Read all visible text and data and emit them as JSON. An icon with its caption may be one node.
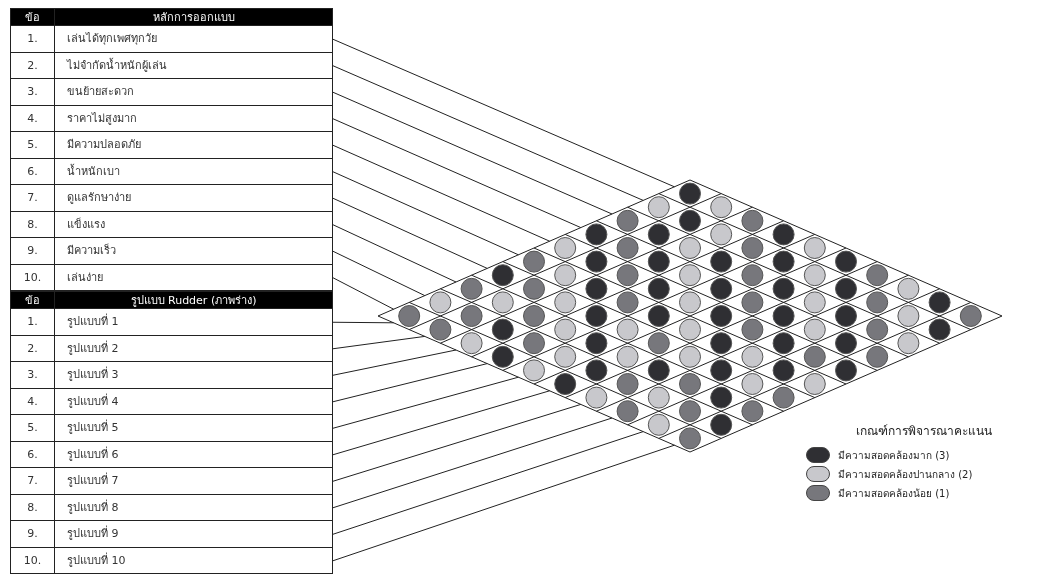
{
  "diagram": {
    "labels": [
      "ข้อ",
      "หลักการออกแบบ",
      "1.",
      "เล่นได้ทุกเพศทุกวัย",
      "2.",
      "ไม่จำกัดน้ำหนักผู้เล่น",
      "3.",
      "ขนย้ายสะดวก",
      "4.",
      "ราคาไม่สูงมาก",
      "5.",
      "มีความปลอดภัย",
      "6.",
      "น้ำหนักเบา",
      "7.",
      "ดูแลรักษาง่าย",
      "8.",
      "แข็งแรง",
      "9.",
      "มีความเร็ว",
      "10.",
      "เล่นง่าย",
      "ข้อ",
      "รูปแบบ Rudder (ภาพร่าง)",
      "1.",
      "รูปแบบที่ 1",
      "2.",
      "รูปแบบที่ 2",
      "3.",
      "รูปแบบที่ 3",
      "4.",
      "รูปแบบที่ 4",
      "5.",
      "รูปแบบที่ 5",
      "6.",
      "รูปแบบที่ 6",
      "7.",
      "รูปแบบที่ 7",
      "8.",
      "รูปแบบที่ 8",
      "9.",
      "รูปแบบที่ 9",
      "10.",
      "รูปแบบที่ 10",
      "เกณฑ์การพิจารณาคะแนน"
    ],
    "legend": [
      {
        "text": "มีความสอดคล้องมาก (3)",
        "color": "#2f2f33"
      },
      {
        "text": "มีความสอดคล้องปานกลาง (2)",
        "color": "#c8c8cc"
      },
      {
        "text": "มีความสอดคล้องน้อย (1)",
        "color": "#77777c"
      }
    ]
  }
}
